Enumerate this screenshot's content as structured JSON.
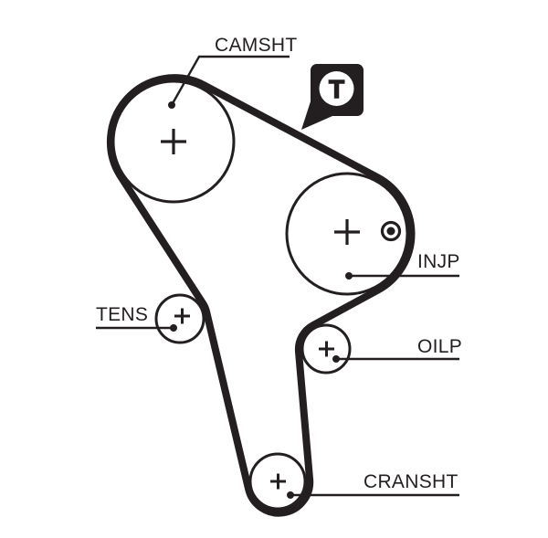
{
  "diagram": {
    "type": "timing-belt-routing",
    "background_color": "#ffffff",
    "line_color": "#231f20",
    "badge": {
      "letter": "T"
    },
    "labels": {
      "camshaft": "CAMSHT",
      "injection_pump": "INJP",
      "tensioner": "TENS",
      "oil_pump": "OILP",
      "crankshaft": "CRANSHT"
    }
  }
}
